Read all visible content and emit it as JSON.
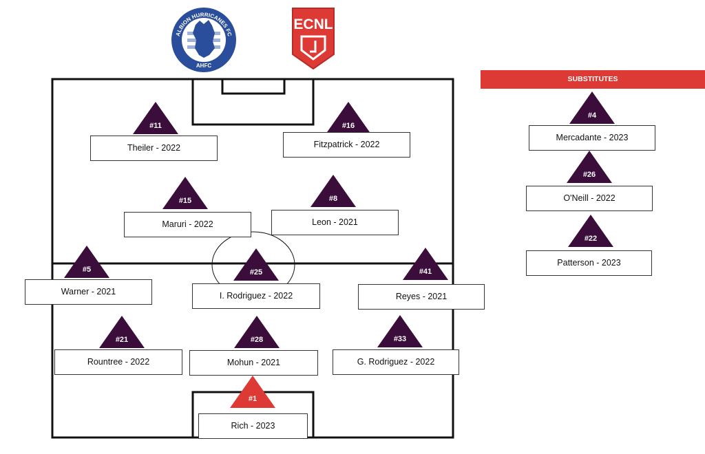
{
  "logos": {
    "club": {
      "ring_text": "ALBION HURRICANES FC",
      "abbrev": "AHFC",
      "icon": "lion-head-crest-icon",
      "colors": {
        "ring": "#2a4e9c",
        "inner": "#ffffff",
        "lion": "#2a4e9c",
        "stripes": "#9fb3d9"
      }
    },
    "league": {
      "text": "ECNL",
      "icon": "ecnl-shield-icon",
      "colors": {
        "fill": "#dd3a35",
        "stroke": "#b82c28",
        "text": "#ffffff"
      }
    }
  },
  "colors": {
    "marker": "#3a0d3a",
    "keeper_marker": "#dd3a35",
    "subs_header_bg": "#dd3a35",
    "pitch_lines": "#111111"
  },
  "lineup": [
    {
      "number": "#11",
      "name": "Theiler - 2022"
    },
    {
      "number": "#16",
      "name": "Fitzpatrick - 2022"
    },
    {
      "number": "#15",
      "name": "Maruri - 2022"
    },
    {
      "number": "#8",
      "name": "Leon - 2021"
    },
    {
      "number": "#5",
      "name": "Warner - 2021"
    },
    {
      "number": "#25",
      "name": "I. Rodriguez - 2022"
    },
    {
      "number": "#41",
      "name": "Reyes - 2021"
    },
    {
      "number": "#21",
      "name": "Rountree - 2022"
    },
    {
      "number": "#28",
      "name": "Mohun - 2021"
    },
    {
      "number": "#33",
      "name": "G. Rodriguez - 2022"
    },
    {
      "number": "#1",
      "name": "Rich - 2023"
    }
  ],
  "substitutes": {
    "title": "SUBSTITUTES",
    "players": [
      {
        "number": "#4",
        "name": "Mercadante - 2023"
      },
      {
        "number": "#26",
        "name": "O'Neill - 2022"
      },
      {
        "number": "#22",
        "name": "Patterson - 2023"
      }
    ]
  }
}
